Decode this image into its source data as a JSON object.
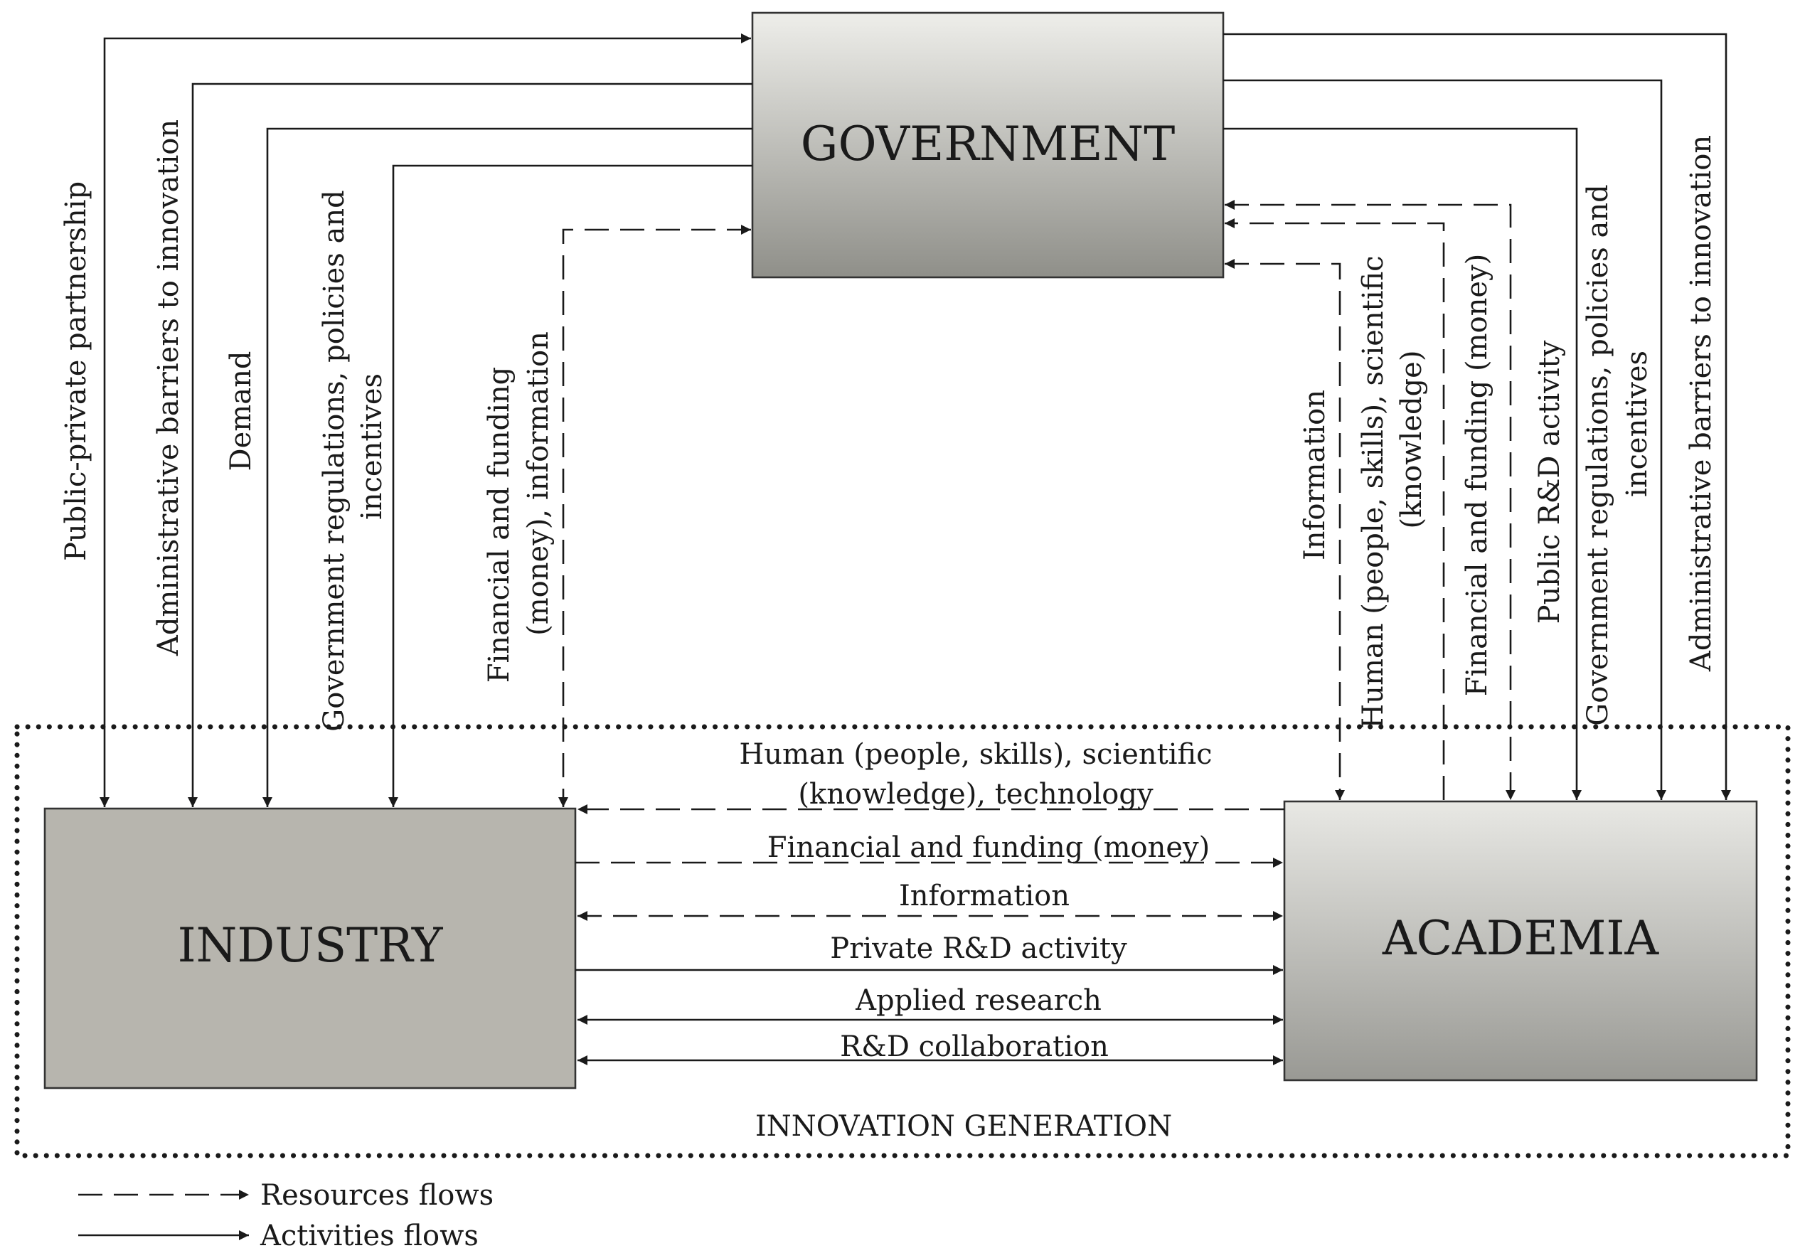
{
  "boxes": {
    "government": "GOVERNMENT",
    "industry": "INDUSTRY",
    "academia": "ACADEMIA"
  },
  "region_label": "INNOVATION GENERATION",
  "left_flows": {
    "public_private": "Public-private partnership",
    "admin_barriers": "Administrative barriers to innovation",
    "demand": "Demand",
    "gov_regulations_1": "Government regulations, policies and",
    "gov_regulations_2": "incentives",
    "financial_1": "Financial and funding",
    "financial_2": "(money), information"
  },
  "right_flows": {
    "information": "Information",
    "human_1": "Human (people, skills), scientific",
    "human_2": "(knowledge)",
    "financial": "Financial and funding (money)",
    "public_rd": "Public R&D activity",
    "gov_regulations_1": "Government regulations, policies and",
    "gov_regulations_2": "incentives",
    "admin_barriers": "Administrative barriers to innovation"
  },
  "middle_flows": {
    "human_1": "Human (people, skills), scientific",
    "human_2": "(knowledge), technology",
    "financial": "Financial and funding (money)",
    "information": "Information",
    "private_rd": "Private R&D activity",
    "applied_research": "Applied research",
    "rd_collaboration": "R&D collaboration"
  },
  "legend": {
    "resources": "Resources flows",
    "activities": "Activities flows"
  },
  "colors": {
    "government_top": "#eeeeea",
    "government_bottom": "#8f8f89",
    "industry_fill": "#b7b5ae",
    "academia_top": "#e8e8e4",
    "academia_bottom": "#999994",
    "line": "#1a1a1a"
  }
}
